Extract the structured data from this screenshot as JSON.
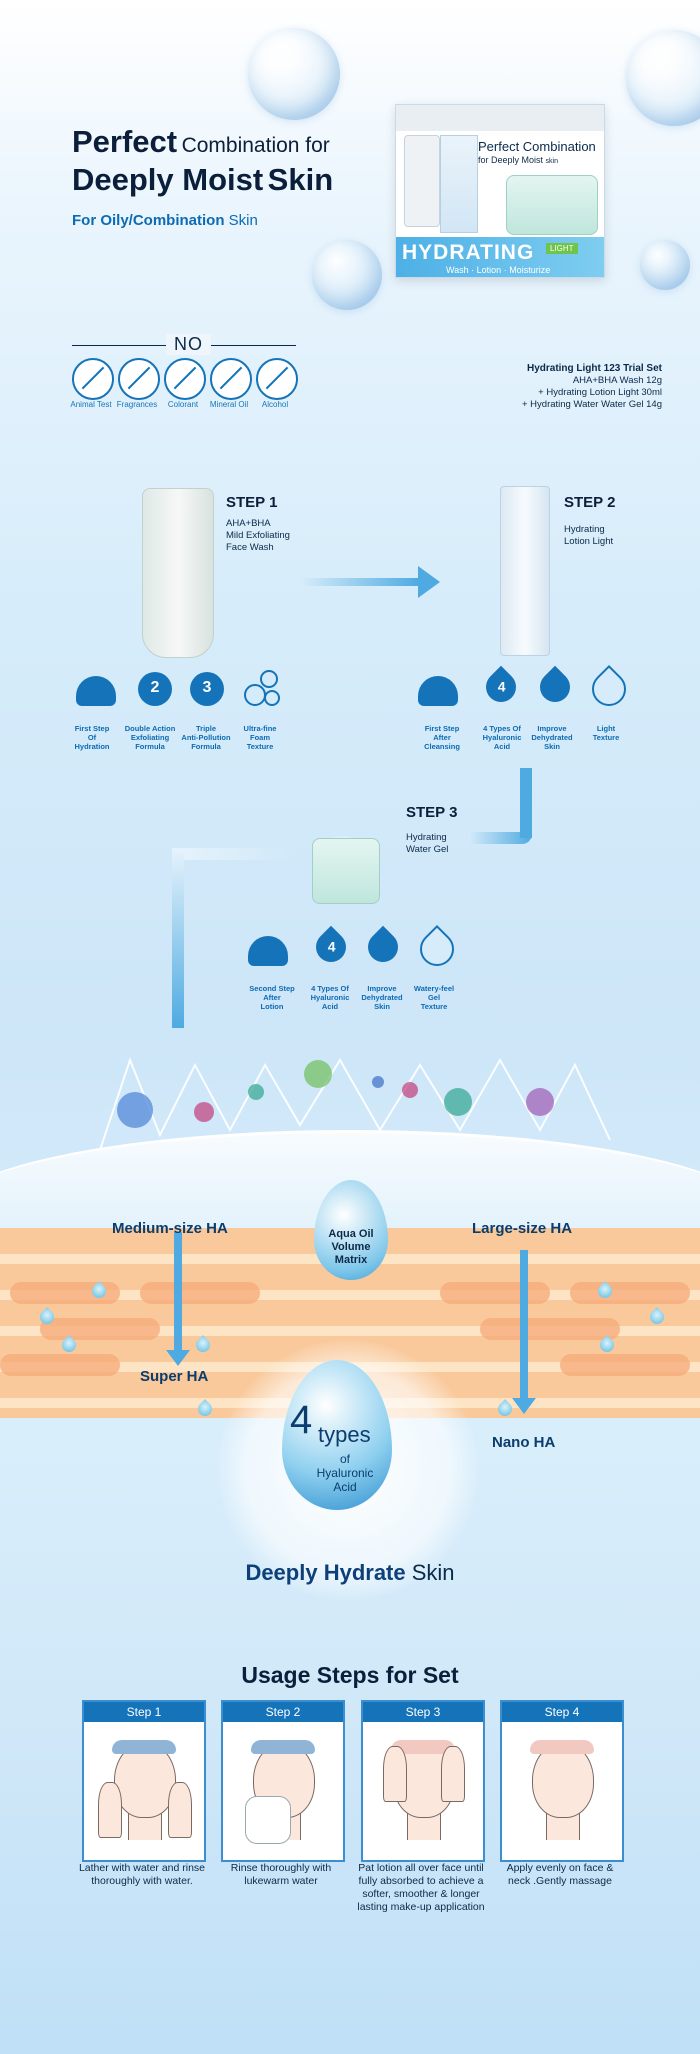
{
  "header": {
    "line1_big": "Perfect",
    "line1_small": "Combination for",
    "line2_big1": "Deeply Moist",
    "line2_big2": "Skin",
    "subtitle_bold": "For Oily/Combination",
    "subtitle_rest": "Skin"
  },
  "product_box": {
    "title": "Perfect Combination",
    "subtitle": "for Deeply Moist",
    "subtitle_small": "skin",
    "brand_band": "HYDRATING",
    "light_tag": "LIGHT",
    "steps": "Wash · Lotion · Moisturize"
  },
  "no_section": {
    "title": "NO",
    "items": [
      "Animal Test",
      "Fragrances",
      "Colorant",
      "Mineral Oil",
      "Alcohol"
    ]
  },
  "trial_set": {
    "title": "Hydrating Light 123 Trial Set",
    "lines": [
      "AHA+BHA Wash 12g",
      "+ Hydrating Lotion Light 30ml",
      "+ Hydrating Water Water Gel 14g"
    ]
  },
  "steps": [
    {
      "title": "STEP 1",
      "desc": [
        "AHA+BHA",
        "Mild Exfoliating",
        "Face Wash"
      ],
      "features": [
        [
          "First Step",
          "Of",
          "Hydration"
        ],
        [
          "Double Action",
          "Exfoliating",
          "Formula"
        ],
        [
          "Triple",
          "Anti-Pollution",
          "Formula"
        ],
        [
          "Ultra-fine",
          "Foam",
          "Texture"
        ]
      ]
    },
    {
      "title": "STEP 2",
      "desc": [
        "Hydrating",
        "Lotion Light"
      ],
      "features": [
        [
          "First Step",
          "After",
          "Cleansing"
        ],
        [
          "4 Types Of",
          "Hyaluronic",
          "Acid"
        ],
        [
          "Improve",
          "Dehydrated",
          "Skin"
        ],
        [
          "Light",
          "Texture"
        ]
      ]
    },
    {
      "title": "STEP 3",
      "desc": [
        "Hydrating",
        "Water Gel"
      ],
      "features": [
        [
          "Second Step",
          "After",
          "Lotion"
        ],
        [
          "4 Types Of",
          "Hyaluronic",
          "Acid"
        ],
        [
          "Improve",
          "Dehydrated",
          "Skin"
        ],
        [
          "Watery-feel",
          "Gel",
          "Texture"
        ]
      ]
    }
  ],
  "skin_diagram": {
    "medium_ha": "Medium-size HA",
    "large_ha": "Large-size HA",
    "super_ha": "Super HA",
    "nano_ha": "Nano HA",
    "matrix": [
      "Aqua Oil",
      "Volume",
      "Matrix"
    ],
    "center_num": "4",
    "center_word": "types",
    "center_of": "of",
    "center_line3": "Hyaluronic",
    "center_line4": "Acid",
    "deeply_bold": "Deeply Hydrate",
    "deeply_rest": "Skin"
  },
  "usage": {
    "title": "Usage Steps for Set",
    "cards": [
      {
        "label": "Step 1",
        "desc": "Lather with water and rinse thoroughly with water."
      },
      {
        "label": "Step 2",
        "desc": "Rinse thoroughly with lukewarm water"
      },
      {
        "label": "Step 3",
        "desc": "Pat lotion all over face until fully absorbed to achieve a softer, smoother & longer lasting make-up application"
      },
      {
        "label": "Step 4",
        "desc": "Apply evenly on face & neck .Gently massage"
      }
    ]
  },
  "colors": {
    "accent": "#1574b9",
    "navy": "#0b1f3a",
    "skin": "#f9c99b"
  }
}
